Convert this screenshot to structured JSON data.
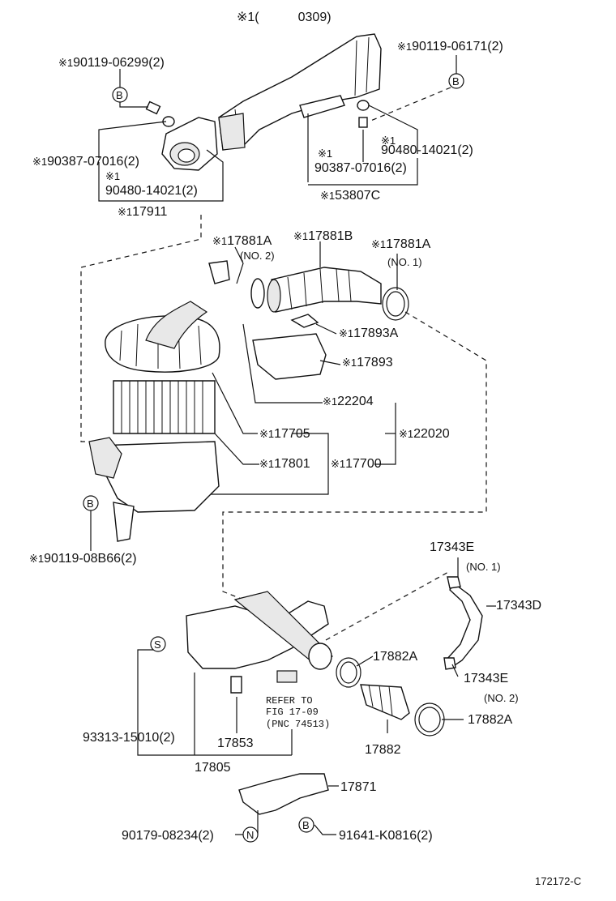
{
  "header": "※1(　　　0309)",
  "footer_code": "172172-C",
  "callouts": {
    "c_90119_06299": {
      "prefix": "※1",
      "text": "90119-06299(2)"
    },
    "c_90119_06171": {
      "prefix": "※1",
      "text": "90119-06171(2)"
    },
    "c_90387_left": {
      "prefix": "※1",
      "text": "90387-07016(2)"
    },
    "c_90480_left": {
      "prefix": "※1",
      "text": "90480-14021(2)"
    },
    "c_17911": {
      "prefix": "※1",
      "text": "17911"
    },
    "c_90480_right": {
      "prefix": "※1",
      "text": "90480-14021(2)"
    },
    "c_90387_right": {
      "prefix": "※1",
      "text": "90387-07016(2)"
    },
    "c_53807C": {
      "prefix": "※1",
      "text": "53807C"
    },
    "c_17881A_no2": {
      "prefix": "※1",
      "text": "17881A",
      "sub": "(NO. 2)"
    },
    "c_17881B": {
      "prefix": "※1",
      "text": "17881B"
    },
    "c_17881A_no1": {
      "prefix": "※1",
      "text": "17881A",
      "sub": "(NO. 1)"
    },
    "c_17893A": {
      "prefix": "※1",
      "text": "17893A"
    },
    "c_17893": {
      "prefix": "※1",
      "text": "17893"
    },
    "c_22204": {
      "prefix": "※1",
      "text": "22204"
    },
    "c_17705": {
      "prefix": "※1",
      "text": "17705"
    },
    "c_22020": {
      "prefix": "※1",
      "text": "22020"
    },
    "c_17801": {
      "prefix": "※1",
      "text": "17801"
    },
    "c_17700": {
      "prefix": "※1",
      "text": "17700"
    },
    "c_90119_08B66": {
      "prefix": "※1",
      "text": "90119-08B66(2)"
    },
    "c_17343E_no1": {
      "text": "17343E",
      "sub": "(NO. 1)"
    },
    "c_17343D": {
      "text": "17343D"
    },
    "c_17882A_top": {
      "text": "17882A"
    },
    "c_17343E_no2": {
      "text": "17343E",
      "sub": "(NO. 2)"
    },
    "c_17882A_bottom": {
      "text": "17882A"
    },
    "c_17882": {
      "text": "17882"
    },
    "c_93313": {
      "text": "93313-15010(2)"
    },
    "c_17853": {
      "text": "17853"
    },
    "c_17805": {
      "text": "17805"
    },
    "c_17871": {
      "text": "17871"
    },
    "c_90179": {
      "text": "90179-08234(2)"
    },
    "c_91641": {
      "text": "91641-K0816(2)"
    }
  },
  "refer": {
    "line1": "REFER TO",
    "line2": "FIG 17-09",
    "line3": "(PNC 74513)"
  },
  "markers": {
    "b1": "B",
    "b2": "B",
    "b3": "B",
    "b4": "B",
    "s1": "S",
    "n1": "N"
  }
}
